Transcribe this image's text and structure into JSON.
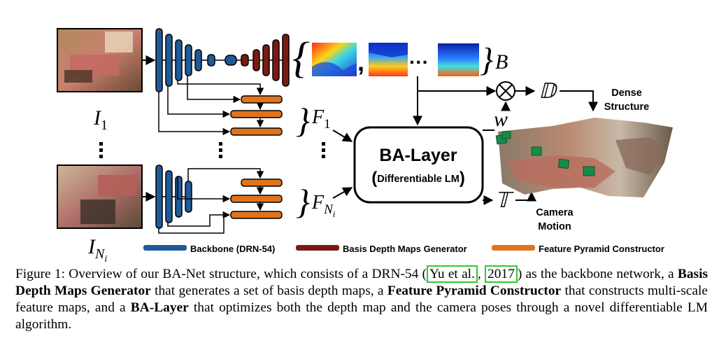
{
  "figure": {
    "inputs": {
      "first": {
        "symbol": "I",
        "sub": "1"
      },
      "last": {
        "symbol": "I",
        "sub": "N",
        "subsub": "i"
      }
    },
    "outputs": {
      "basis_label": "B",
      "feature_first": {
        "symbol": "F",
        "sub": "1"
      },
      "feature_last": {
        "symbol": "F",
        "sub": "N",
        "subsub": "i"
      },
      "weights_symbol": "w",
      "depth_symbol": "𝔻",
      "motion_symbol": "𝕋",
      "otimes_symbol": "⊗"
    },
    "ba_layer": {
      "title": "BA-Layer",
      "subtitle": "Differentiable LM",
      "paren_open": "(",
      "paren_close": ")"
    },
    "labels": {
      "dense_line1": "Dense",
      "dense_line2": "Structure",
      "camera_line1": "Camera",
      "camera_line2": "Motion"
    },
    "punct": {
      "comma": ",",
      "dots": "···",
      "brace_big": "{",
      "brace_close": "}"
    },
    "legend": [
      {
        "label": "Backbone (DRN-54)",
        "color": "#1f5a96"
      },
      {
        "label": "Basis Depth Maps Generator",
        "color": "#7a1a10"
      },
      {
        "label": "Feature Pyramid Constructor",
        "color": "#e0741c"
      }
    ]
  },
  "caption": {
    "prefix": "Figure 1: Overview of our BA-Net structure, which consists of a DRN-54 (",
    "cite_author": "Yu et al.",
    "cite_year": "2017",
    "after_cite": ") as the backbone network, a ",
    "bold1": "Basis Depth Maps Generator",
    "mid1": " that generates a set of basis depth maps, a ",
    "bold2": "Feature Pyramid Constructor",
    "mid2": " that constructs multi-scale feature maps, and a ",
    "bold3": "BA-Layer",
    "suffix": " that optimizes both the depth map and the camera poses through a novel differentiable LM algorithm."
  }
}
